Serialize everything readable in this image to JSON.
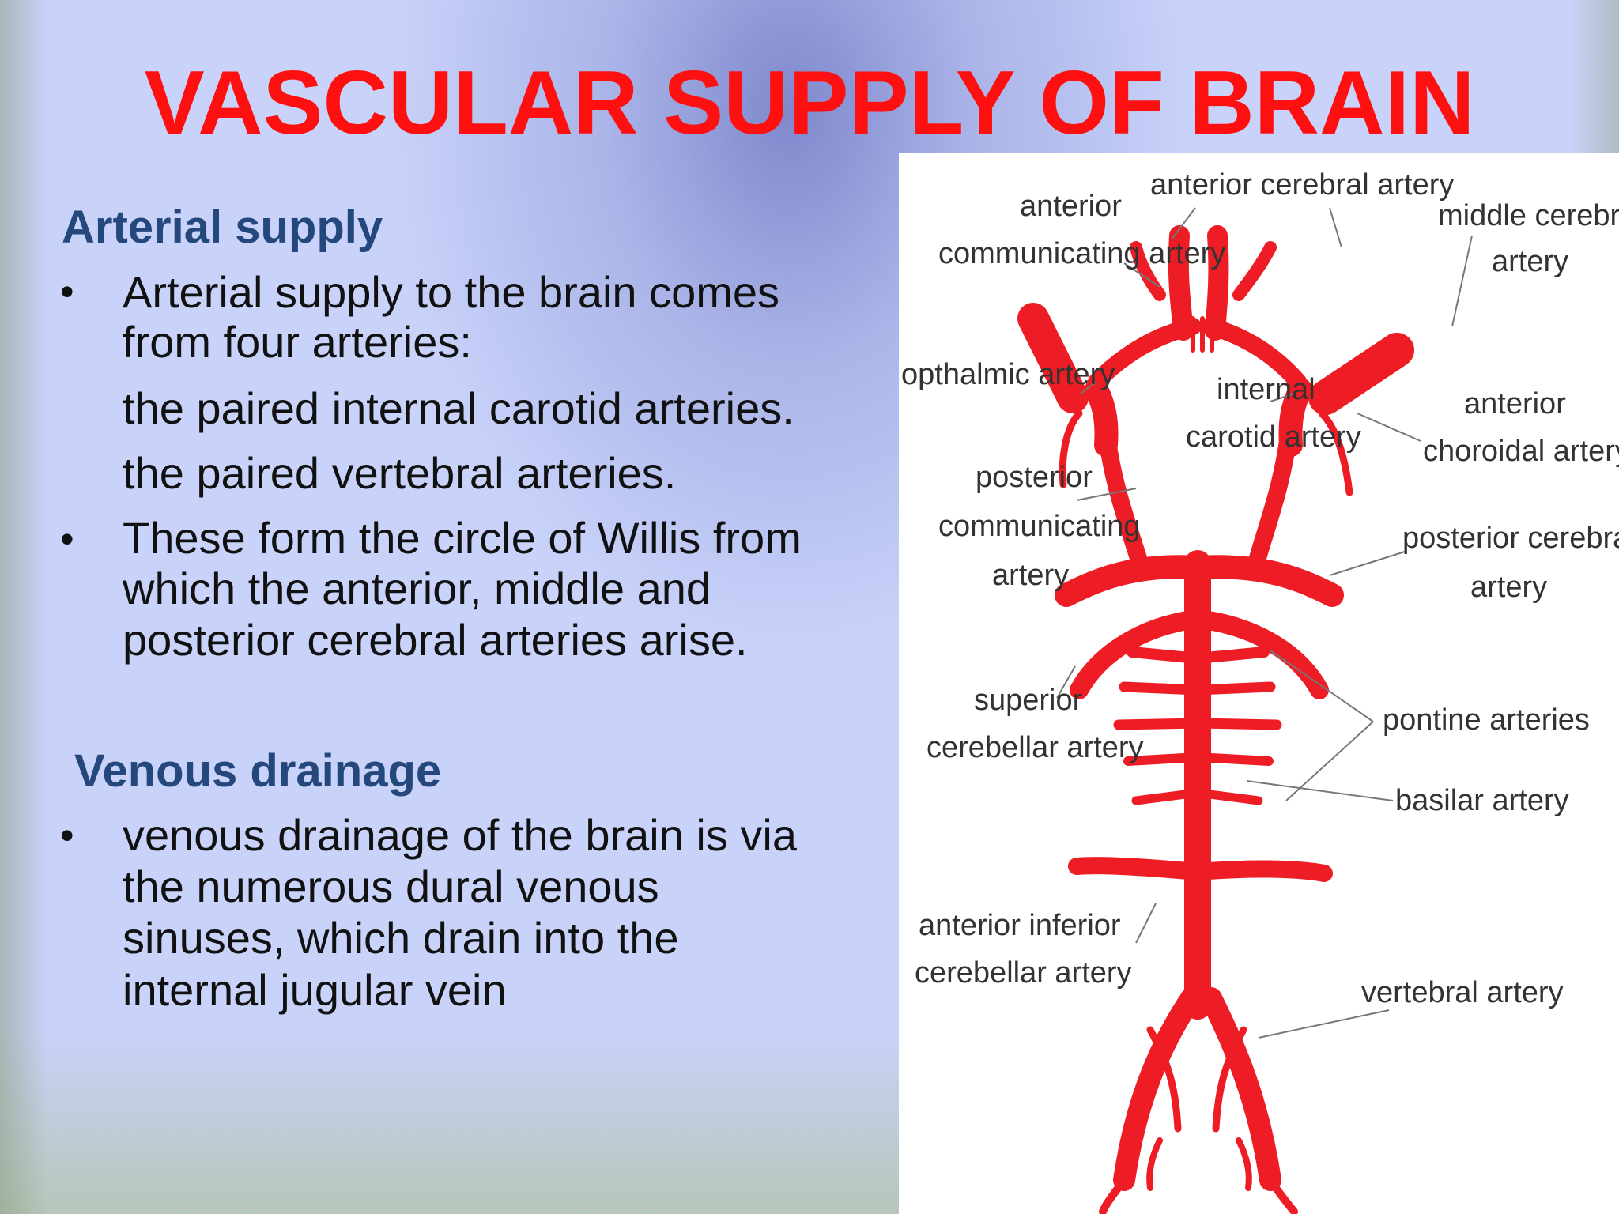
{
  "title": "VASCULAR SUPPLY OF BRAIN",
  "arterial": {
    "heading": "Arterial  supply",
    "bullet1_lines": [
      "Arterial supply to the brain comes",
      "from four arteries:"
    ],
    "sub_lines": [
      "the paired internal carotid arteries.",
      "the paired vertebral arteries."
    ],
    "bullet2_lines": [
      " These form the circle of Willis from",
      "which the anterior, middle and",
      "posterior cerebral arteries arise."
    ]
  },
  "venous": {
    "heading": "Venous drainage",
    "bullet_lines": [
      "venous drainage of the brain is via",
      "the numerous dural venous",
      "sinuses, which drain into the",
      "internal jugular vein"
    ]
  },
  "bullet_char": "•",
  "diagram": {
    "labels": {
      "anterior_cerebral": "anterior cerebral artery",
      "anterior_communicating_1": "anterior",
      "anterior_communicating_2": "communicating artery",
      "middle_cerebral_1": "middle cerebral",
      "middle_cerebral_2": "artery",
      "opthalmic": "opthalmic artery",
      "internal_carotid_1": "internal",
      "internal_carotid_2": "carotid artery",
      "anterior_choroidal_1": "anterior",
      "anterior_choroidal_2": "choroidal artery",
      "posterior_communicating_1": "posterior",
      "posterior_communicating_2": "communicating",
      "posterior_communicating_3": "artery",
      "posterior_cerebral_1": "posterior cerebral",
      "posterior_cerebral_2": "artery",
      "superior_cerebellar_1": "superior",
      "superior_cerebellar_2": "cerebellar artery",
      "pontine": "pontine arteries",
      "basilar": "basilar artery",
      "aica_1": "anterior inferior",
      "aica_2": "cerebellar artery",
      "vertebral": "vertebral artery"
    }
  },
  "colors": {
    "title": "#ff1010",
    "heading": "#24487c",
    "artery": "#ee1c24",
    "background": "#c9d3fa"
  }
}
